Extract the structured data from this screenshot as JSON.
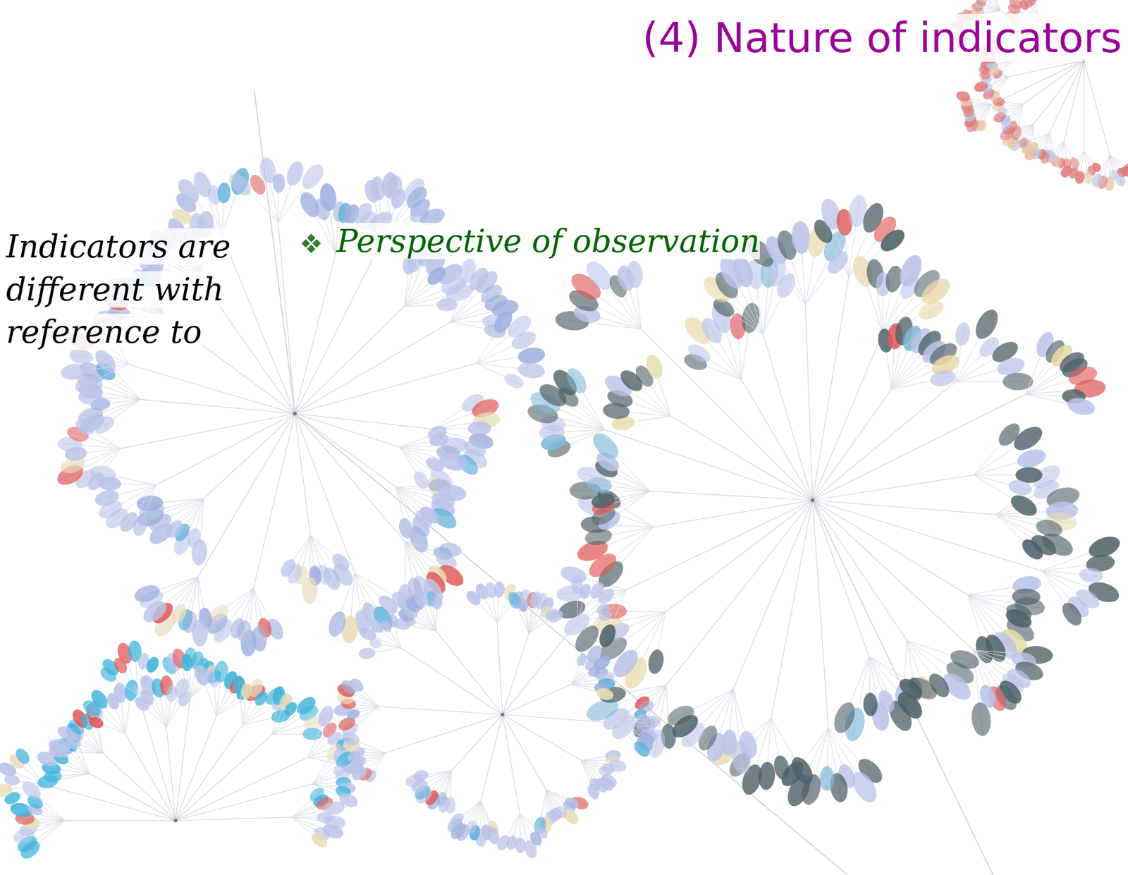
{
  "diagram": {
    "title": "(4) Nature of indicators",
    "labels": [
      "Indicators are different with reference to",
      "Perspective of observation"
    ]
  }
}
